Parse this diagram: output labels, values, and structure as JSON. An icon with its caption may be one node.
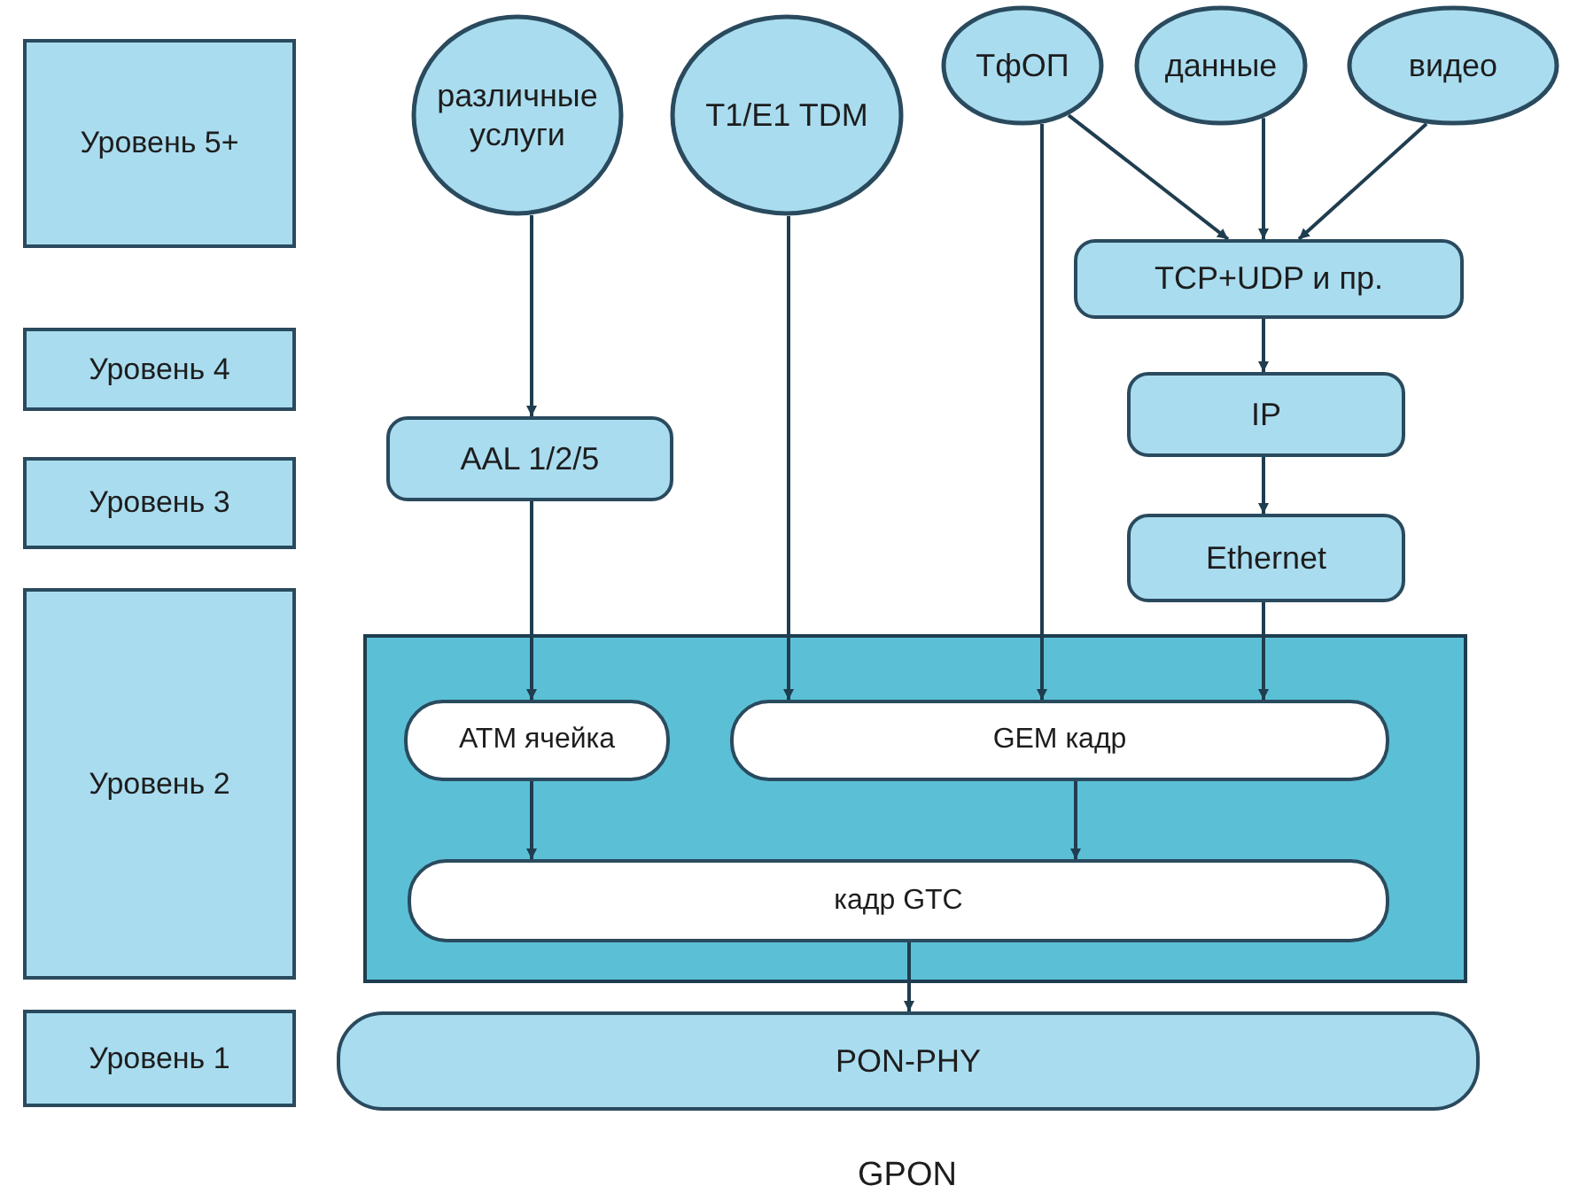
{
  "diagram": {
    "nodes": [
      {
        "text": [
          "Уровень 5+"
        ]
      },
      {
        "text": [
          "Уровень 4"
        ]
      },
      {
        "text": [
          "Уровень 3"
        ]
      },
      {
        "text": [
          "Уровень 2"
        ]
      },
      {
        "text": [
          "Уровень 1"
        ]
      },
      {
        "text": [
          "различные услуги"
        ]
      },
      {
        "text": [
          "T1/E1 TDM"
        ]
      },
      {
        "text": [
          "ТфОП"
        ]
      },
      {
        "text": [
          "данные"
        ]
      },
      {
        "text": [
          "видео"
        ]
      },
      {
        "text": [
          "TCP+UDP и пр."
        ]
      },
      {
        "text": [
          "IP"
        ]
      },
      {
        "text": [
          "Ethernet"
        ]
      },
      {
        "text": [
          "AAL 1/2/5"
        ]
      },
      {
        "text": [],
        "shape": "box"
      },
      {
        "text": [
          "ATM ячейка"
        ],
        "in": 14
      },
      {
        "text": [
          "GEM кадр"
        ],
        "in": 14
      },
      {
        "text": [
          "кадр GTC"
        ],
        "in": 14
      },
      {
        "text": [
          "PON-PHY"
        ]
      }
    ],
    "edges": [
      {
        "from": 5,
        "to": 13,
        "arrow": "to"
      },
      {
        "from": 13,
        "to": 15,
        "arrow": "to"
      },
      {
        "from": 6,
        "to": 16,
        "arrow": "to"
      },
      {
        "from": 7,
        "to": 16,
        "arrow": "to"
      },
      {
        "from": 7,
        "to": 10,
        "arrow": "to"
      },
      {
        "from": 8,
        "to": 10,
        "arrow": "to"
      },
      {
        "from": 9,
        "to": 10,
        "arrow": "to"
      },
      {
        "from": 10,
        "to": 11,
        "arrow": "to"
      },
      {
        "from": 11,
        "to": 12,
        "arrow": "to"
      },
      {
        "from": 12,
        "to": 16,
        "arrow": "to"
      },
      {
        "from": 15,
        "to": 17,
        "arrow": "to"
      },
      {
        "from": 16,
        "to": 17,
        "arrow": "to"
      },
      {
        "from": 17,
        "to": 18,
        "arrow": "to"
      }
    ],
    "labels": [
      "GPON"
    ]
  }
}
